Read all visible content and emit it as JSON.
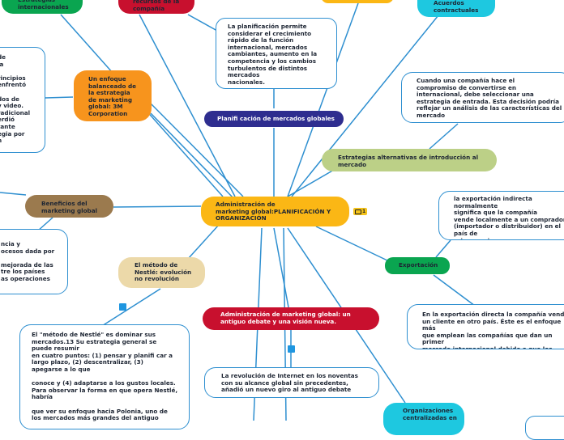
{
  "map": {
    "central": "Administración de\nmarketing global:PLANIFICACIÓN Y\nORGANIZACIÓN",
    "central_badge": "1",
    "top_green_left": "Estrategias\ninternacionales",
    "top_red": "recursos de la\ncompañía",
    "top_cyan_right": "Acuerdos\ncontractuales",
    "planning_text": "La planificación permite\nconsiderar el crecimiento\nrápido de la función\ninternacional, mercados\ncambiantes, aumento en la\ncompetencia y los cambios\nturbulentos de distintos\nmercados\nnacionales.",
    "planning_title": "Planifi cación de mercados globales",
    "left_text_top": "de\nía\n\nrincipios\nenfrentó\n\ndos de\ny video.\nradicional\nerdió\ntante\negia por\nn",
    "orange_node": "Un enfoque\nbalanceado de\nla estrategia\nde marketing\nglobal: 3M\nCorporation",
    "entry_text": "Cuando una compañía hace el\ncompromiso de convertirse en\ninternacional, debe seleccionar una\nestrategia de entrada. Esta decisión podría\nreflejar un análisis de las características del\nmercado",
    "entry_title": "Estrategias alternativas de introducción al\nmercado",
    "benefits_title": "Beneficios del\nmarketing global",
    "left_text_mid": "ncia y\nocesos dada por\n\nmejorada de las\ntre los países\nas operaciones",
    "nestle_title": "El método de\nNestlé: evolución\nno revolución",
    "nestle_text": "El \"método de Nestlé\" es dominar sus\nmercados.13 Su estrategia general se\npuede resumir\nen cuatro puntos: (1) pensar y planifi car a\nlargo plazo, (2) descentralizar, (3)\napegarse a lo que\n\nconoce y (4) adaptarse a los gustos locales.\nPara observar la forma en que opera Nestlé,\nhabría\n\nque ver su enfoque hacia Polonia, uno de\nlos mercados más grandes del antiguo",
    "indirect_text": "la exportación indirecta normalmente\nsignifica que la compañía\nvende localmente a un comprador\n(importador o distribuidor) en el país de\norigen, quien a su\nvez exporta el producto",
    "export_title": "Exportación",
    "direct_text": "En la exportación directa la compañía vende a\n un cliente en otro país. Éste es el enfoque más\nque emplean las compañías que dan un primer\nmercado internacional debido a que los riesgos\npérdidas financieras pueden ser minimizados.",
    "debate_title": "Administración de marketing global: un\nantiguo debate y una visión nueva.",
    "internet_text": "La revolución de Internet en los noventas\ncon su alcance global sin precedentes,\nañadió un nuevo giro al antiguo debate",
    "central_orgs": "Organizaciones\ncentralizadas en"
  },
  "colors": {
    "central": "#fbb715",
    "green": "#0aa550",
    "red": "#c8102e",
    "cyan": "#1ec8e0",
    "navy": "#2e2d8f",
    "olive": "#bcd087",
    "orange": "#f7941d",
    "brown": "#9b7a4e",
    "tan": "#ecd9a9",
    "line": "#2e8fd0"
  }
}
